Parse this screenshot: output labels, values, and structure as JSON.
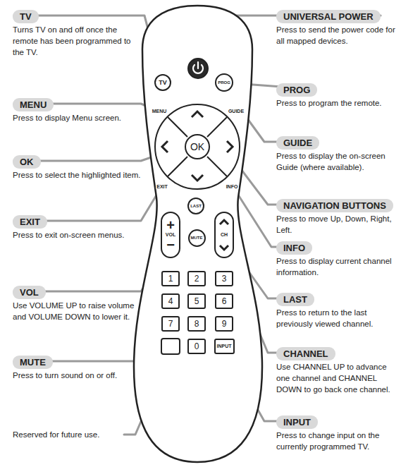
{
  "diagram": {
    "nodes": [
      {
        "text": [
          "TV"
        ]
      },
      {
        "text": [
          "PROG"
        ]
      },
      {
        "text": [
          "OK"
        ]
      },
      {
        "text": [
          "LAST"
        ]
      },
      {
        "text": [
          "+",
          "VOL",
          "−"
        ]
      },
      {
        "text": [
          "MUTE"
        ]
      },
      {
        "text": [
          "CH"
        ]
      },
      {
        "text": [
          "1"
        ]
      },
      {
        "text": [
          "2"
        ]
      },
      {
        "text": [
          "3"
        ]
      },
      {
        "text": [
          "4"
        ]
      },
      {
        "text": [
          "5"
        ]
      },
      {
        "text": [
          "6"
        ]
      },
      {
        "text": [
          "7"
        ]
      },
      {
        "text": [
          "8"
        ]
      },
      {
        "text": [
          "9"
        ]
      },
      {
        "text": [
          "0"
        ]
      },
      {
        "text": [
          "INPUT"
        ]
      }
    ],
    "labels": [
      "TV",
      "Turns TV on and off once the remote has been programmed to the TV.",
      "UNIVERSAL POWER",
      "Press to send the power code for all mapped devices.",
      "MENU",
      "Press to display Menu screen.",
      "PROG",
      "Press to program the remote.",
      "GUIDE",
      "Press to display the on-screen Guide (where available).",
      "OK",
      "Press to select the highlighted item.",
      "NAVIGATION BUTTONS",
      "Press to move Up, Down, Right, Left.",
      "EXIT",
      "Press to exit on-screen menus.",
      "INFO",
      "Press to display current channel information.",
      "LAST",
      "Press to return to the last previously viewed channel.",
      "VOL",
      "Use VOLUME UP to raise volume and VOLUME DOWN to lower it.",
      "CHANNEL",
      "Use CHANNEL UP to advance one channel and CHANNEL DOWN to go back one channel.",
      "MUTE",
      "Press to turn sound on or off.",
      "INPUT",
      "Press to change input on the currently programmed TV.",
      "Reserved for future use.",
      "MENU",
      "GUIDE",
      "EXIT",
      "INFO"
    ]
  }
}
